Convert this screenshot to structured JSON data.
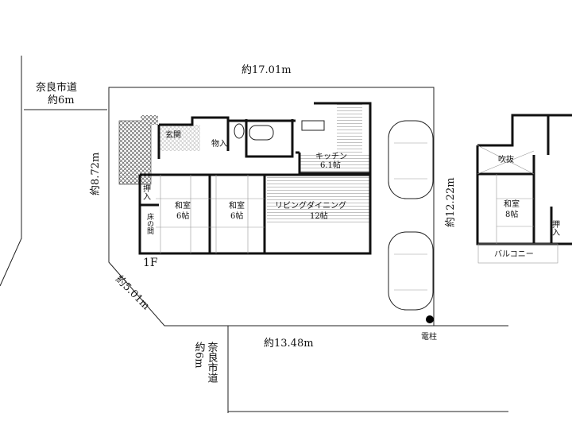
{
  "dimensions": {
    "top_width": "約17.01m",
    "left_depth": "約8.72m",
    "right_depth": "約12.22m",
    "diagonal": "約5.01m",
    "bottom_width": "約13.48m"
  },
  "roads": {
    "north_west": {
      "name": "奈良市道",
      "width": "約6m"
    },
    "south": {
      "name": "奈良市道",
      "width": "約6m"
    }
  },
  "utility_pole": "電柱",
  "floor1": {
    "label": "1F",
    "rooms": {
      "entrance": "玄関",
      "storage": "物入",
      "kitchen": "キッチン",
      "kitchen_size": "6.1帖",
      "living": "リビングダイニング",
      "living_size": "12帖",
      "washitsu1": "和室",
      "washitsu1_size": "6帖",
      "washitsu2": "和室",
      "washitsu2_size": "6帖",
      "closet": "押入",
      "tokonoma": "床の間"
    }
  },
  "floor2": {
    "rooms": {
      "fukinuke": "吹抜",
      "washitsu": "和室",
      "washitsu_size": "8帖",
      "closet": "押入",
      "balcony": "バルコニー"
    }
  }
}
